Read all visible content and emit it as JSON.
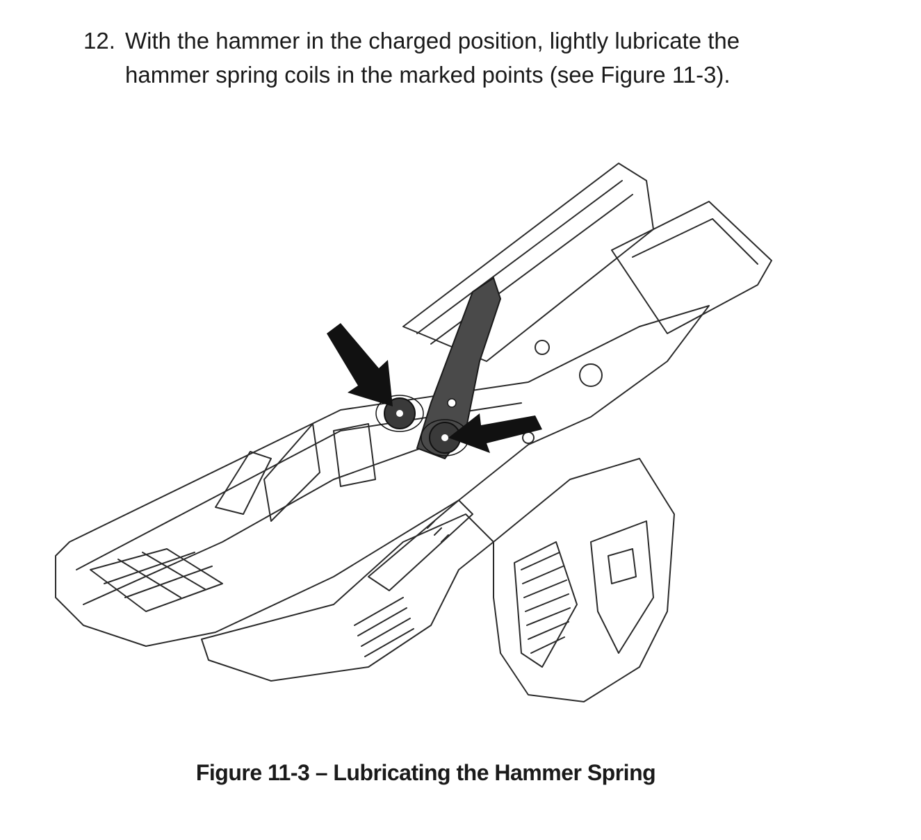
{
  "step": {
    "number": "12.",
    "text": "With the hammer in the charged position, lightly lubricate the hammer spring coils in the marked points (see Figure 11-3)."
  },
  "figure": {
    "caption": "Figure 11-3 – Lubricating the Hammer Spring"
  },
  "colors": {
    "line": "#2a2a2a",
    "hammer": "#4a4a4a",
    "arrow": "#111111"
  }
}
